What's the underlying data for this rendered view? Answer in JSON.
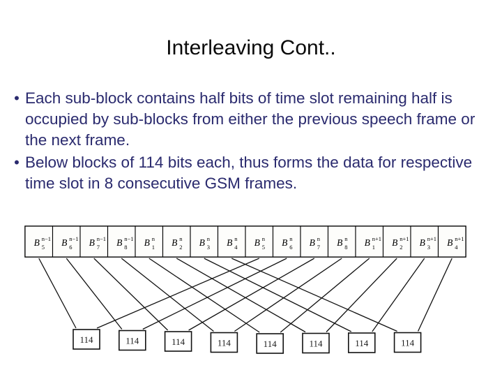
{
  "slide": {
    "title": "Interleaving Cont..",
    "title_color": "#0a0a0a",
    "body_color": "#2a2a6e",
    "background": "#ffffff",
    "bullet_glyph": "•",
    "bullets": [
      "Each sub-block contains half bits of time slot remaining half is occupied by sub-blocks from either the previous speech frame or the next frame.",
      "Below blocks of 114 bits each, thus forms the data for respective time slot in 8 consecutive GSM frames."
    ]
  },
  "diagram": {
    "name": "interleaving-block-diagram",
    "block_base": "B",
    "blocks": [
      {
        "base": "B",
        "sub": "5",
        "sup": "n−1"
      },
      {
        "base": "B",
        "sub": "6",
        "sup": "n−1"
      },
      {
        "base": "B",
        "sub": "7",
        "sup": "n−1"
      },
      {
        "base": "B",
        "sub": "8",
        "sup": "n−1"
      },
      {
        "base": "B",
        "sub": "1",
        "sup": "n"
      },
      {
        "base": "B",
        "sub": "2",
        "sup": "n"
      },
      {
        "base": "B",
        "sub": "3",
        "sup": "n"
      },
      {
        "base": "B",
        "sub": "4",
        "sup": "n"
      },
      {
        "base": "B",
        "sub": "5",
        "sup": "n"
      },
      {
        "base": "B",
        "sub": "6",
        "sup": "n"
      },
      {
        "base": "B",
        "sub": "7",
        "sup": "n"
      },
      {
        "base": "B",
        "sub": "8",
        "sup": "n"
      },
      {
        "base": "B",
        "sub": "1",
        "sup": "n+1"
      },
      {
        "base": "B",
        "sub": "2",
        "sup": "n+1"
      },
      {
        "base": "B",
        "sub": "3",
        "sup": "n+1"
      },
      {
        "base": "B",
        "sub": "4",
        "sup": "n+1"
      }
    ],
    "slot_label": "114",
    "slot_count": 8,
    "slot_labels": [
      "114",
      "114",
      "114",
      "114",
      "114",
      "114",
      "114",
      "114"
    ]
  }
}
